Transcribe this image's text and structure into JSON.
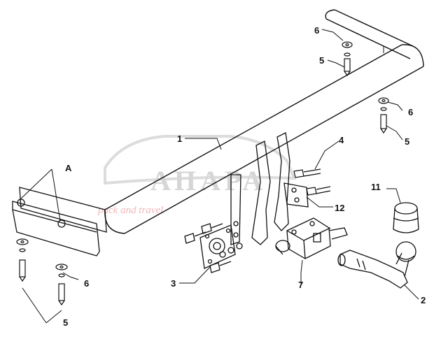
{
  "watermark": {
    "brand": "АПАРА",
    "tagline": "pack and travel",
    "brand_color": "#d6d6d6",
    "tagline_color": "#f0b7b7"
  },
  "callouts": {
    "c1": "1",
    "c2": "2",
    "c3": "3",
    "c4": "4",
    "c5a": "5",
    "c5b": "5",
    "c5c": "5",
    "c6a": "6",
    "c6b": "6",
    "c6c": "6",
    "c7": "7",
    "c11": "11",
    "c12": "12",
    "cA": "A"
  },
  "colors": {
    "line": "#111111",
    "paper": "#ffffff"
  }
}
